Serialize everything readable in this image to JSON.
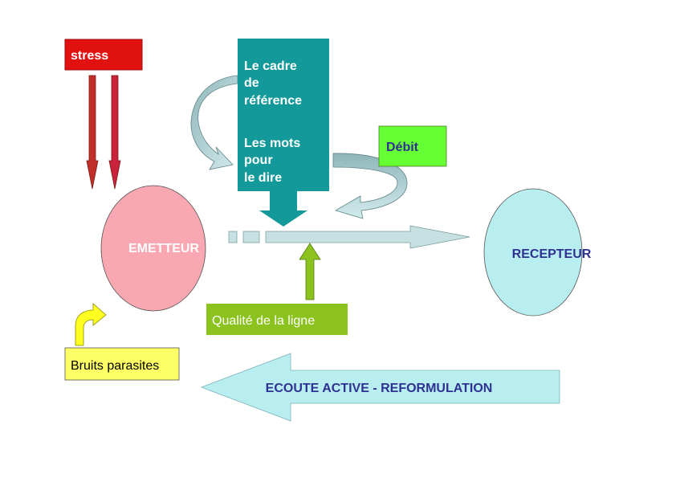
{
  "stress": {
    "label": "stress"
  },
  "frame": {
    "line1": "Le cadre",
    "line2": "de",
    "line3": "référence",
    "line4": "Les mots",
    "line5": "pour",
    "line6": "le dire"
  },
  "debit": {
    "label": "Débit"
  },
  "emetteur": {
    "label": "EMETTEUR"
  },
  "recepteur": {
    "label": "RECEPTEUR"
  },
  "ligne": {
    "label": "Qualité de la ligne"
  },
  "bruits": {
    "label": "Bruits parasites"
  },
  "ecoute": {
    "label": "ECOUTE ACTIVE - REFORMULATION"
  },
  "colors": {
    "stress": "#e0110f",
    "frame": "#13999a",
    "debit": "#66ff33",
    "emetteur": "#f9a7b1",
    "recepteur": "#b9eef1",
    "ligne": "#8bc21d",
    "bruits": "#ffff66",
    "ecoute": "#b9eef1",
    "flow": "#c7e1e3",
    "curved": "#a9c9cc",
    "textBlue": "#2e3192"
  }
}
